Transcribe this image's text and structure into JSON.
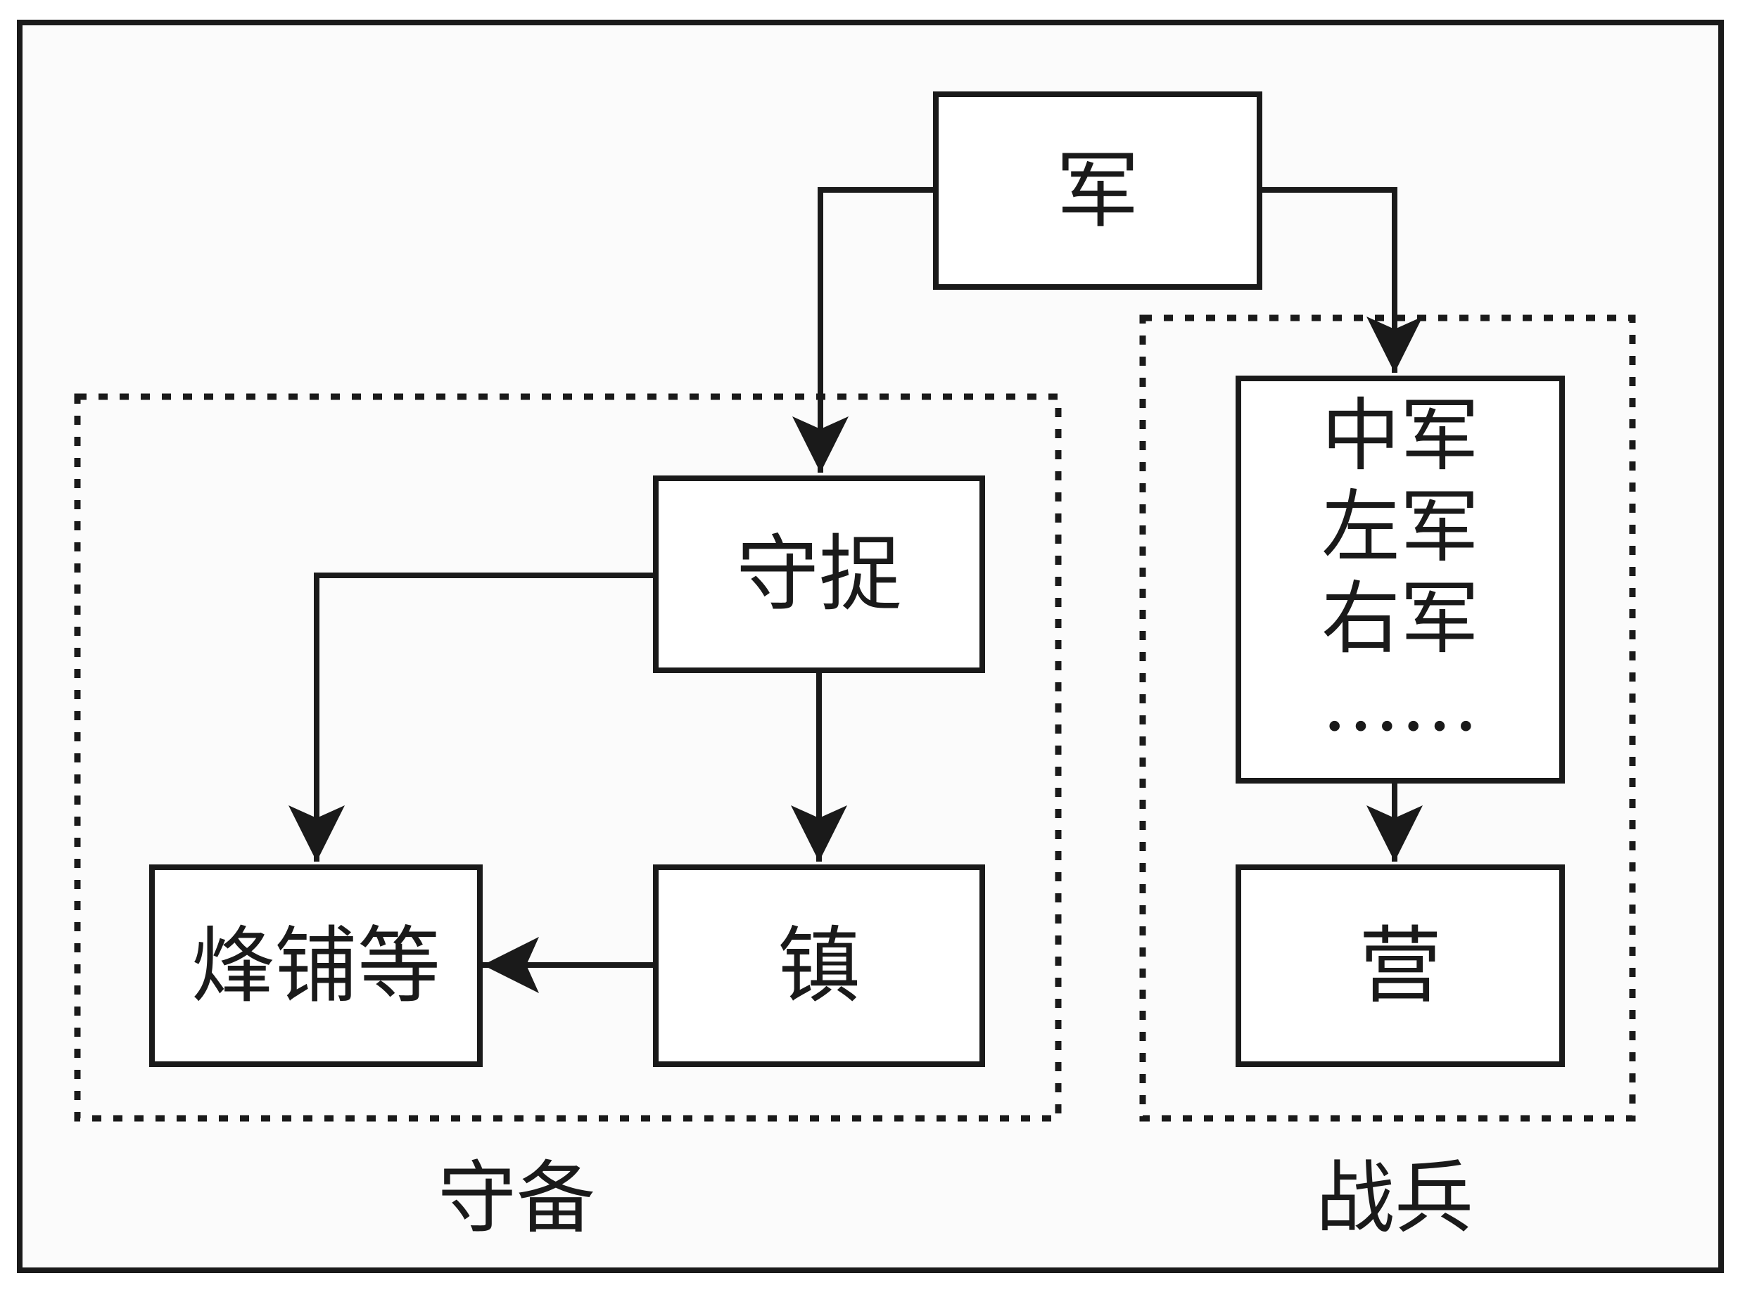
{
  "diagram": {
    "top_node": "军",
    "defense_group": {
      "label": "守备",
      "nodes": {
        "shouzhuo": "守捉",
        "fengpu": "烽铺等",
        "zhen": "镇"
      }
    },
    "combat_group": {
      "label": "战兵",
      "army_list": [
        "中军",
        "左军",
        "右军",
        "……"
      ],
      "camp": "营"
    }
  },
  "colors": {
    "line": "#1a1a1a",
    "background": "#fbfbfb"
  }
}
